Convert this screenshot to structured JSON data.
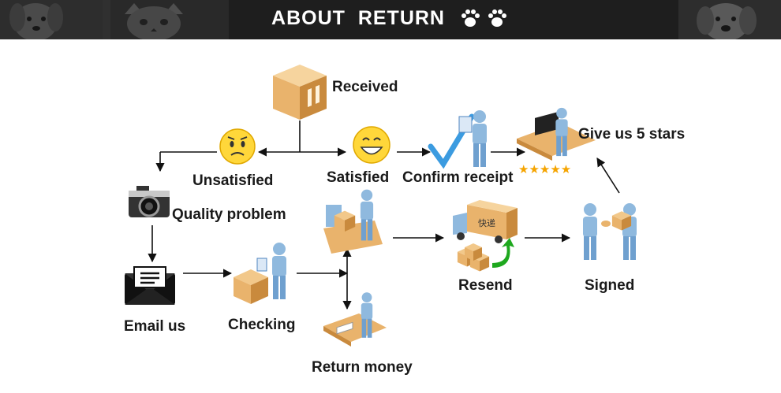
{
  "banner": {
    "title": "ABOUT  RETURN",
    "icons": [
      "paw-icon",
      "paw-icon"
    ]
  },
  "nodes": {
    "received": "Received",
    "unsatisfied": "Unsatisfied",
    "satisfied": "Satisfied",
    "confirm_receipt": "Confirm receipt",
    "give_stars": "Give us 5 stars",
    "quality_problem": "Quality problem",
    "email_us": "Email us",
    "checking": "Checking",
    "return_money": "Return money",
    "resend": "Resend",
    "signed": "Signed"
  },
  "stars": "★★★★★",
  "truck_text": "快递",
  "colors": {
    "banner_bg": "#1e1e1e",
    "box": "#e9b36c",
    "box_dark": "#c98a3d",
    "person": "#8fb9de",
    "person_dark": "#4f86c0",
    "face": "#ffd73a",
    "star": "#f5a400",
    "check": "#3b9be0",
    "green_arrow": "#1ea81e"
  }
}
